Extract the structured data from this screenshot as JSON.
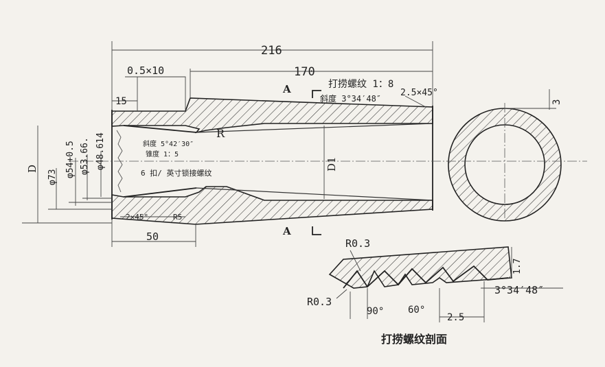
{
  "dimensions": {
    "overall_length": "216",
    "thread_length": "170",
    "shoulder": "15",
    "undercut": "0.5×10",
    "chamfer_right": "2.5×45°",
    "chamfer_left": "2×45°",
    "radius_left": "R5",
    "length_50": "50",
    "radius_r": "R",
    "diam_73": "φ73",
    "diam_54": "φ54+0.5",
    "diam_53": "φ53.66.",
    "diam_48": "φ48.614",
    "diam_d": "D",
    "diam_d1": "D1",
    "end_3": "3"
  },
  "notes": {
    "thread_title": "打捞螺纹 1：8",
    "slope": "斜度 3°34′48″",
    "inner_taper_angle": "斜度 5°42′30″",
    "inner_taper": "锥度 1：5",
    "inner_thread": "6 扣/ 英寸锁接螺纹"
  },
  "section_marks": {
    "top": "A",
    "bottom": "A"
  },
  "thread_profile": {
    "r_top": "R0.3",
    "r_bottom": "R0.3",
    "angle_90": "90°",
    "angle_60": "60°",
    "pitch": "2.5",
    "height": "1.7",
    "slope": "3°34′48″",
    "caption": "打捞螺纹剖面"
  }
}
